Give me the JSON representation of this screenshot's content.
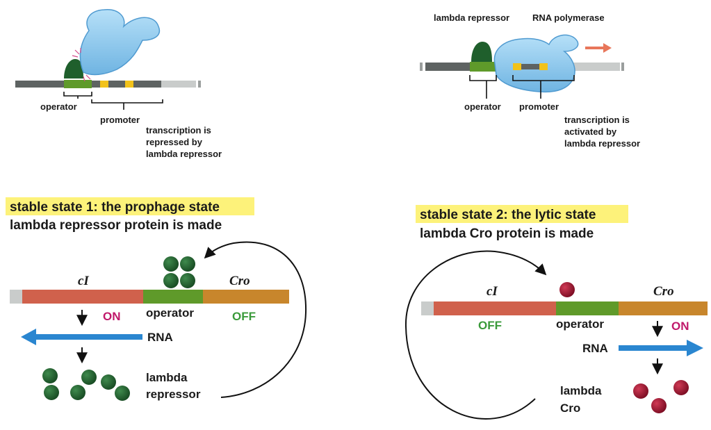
{
  "top_left": {
    "operator": "operator",
    "promoter": "promoter",
    "caption_lines": [
      "transcription is",
      "repressed by",
      "lambda repressor"
    ]
  },
  "top_right": {
    "lambda_repressor": "lambda repressor",
    "rna_polymerase": "RNA polymerase",
    "operator": "operator",
    "promoter": "promoter",
    "caption_lines": [
      "transcription is",
      "activated by",
      "lambda repressor"
    ]
  },
  "state1": {
    "title": "stable state 1: the prophage state",
    "subtitle": "lambda repressor protein is made",
    "gene_ci": "cI",
    "gene_cro": "Cro",
    "operator": "operator",
    "on": "ON",
    "off": "OFF",
    "rna": "RNA",
    "product_lines": [
      "lambda",
      "repressor"
    ]
  },
  "state2": {
    "title": "stable state 2: the lytic state",
    "subtitle": "lambda Cro protein is made",
    "gene_ci": "cI",
    "gene_cro": "Cro",
    "operator": "operator",
    "on": "ON",
    "off": "OFF",
    "rna": "RNA",
    "product_lines": [
      "lambda",
      "Cro"
    ]
  },
  "colors": {
    "dna_gray": "#5e6362",
    "dna_light": "#c9cccb",
    "operator_green": "#5f9a2a",
    "ci_red": "#d0614c",
    "cro_orange": "#c8862c",
    "promoter_yellow": "#f2c21a",
    "repressor_green": "#1f5f2c",
    "cro_red": "#a81230",
    "rna_blue": "#2a86d0",
    "polymerase_blue": "#8fcbf0",
    "highlight": "#fdf27a",
    "arrow_orange": "#e8765a"
  }
}
